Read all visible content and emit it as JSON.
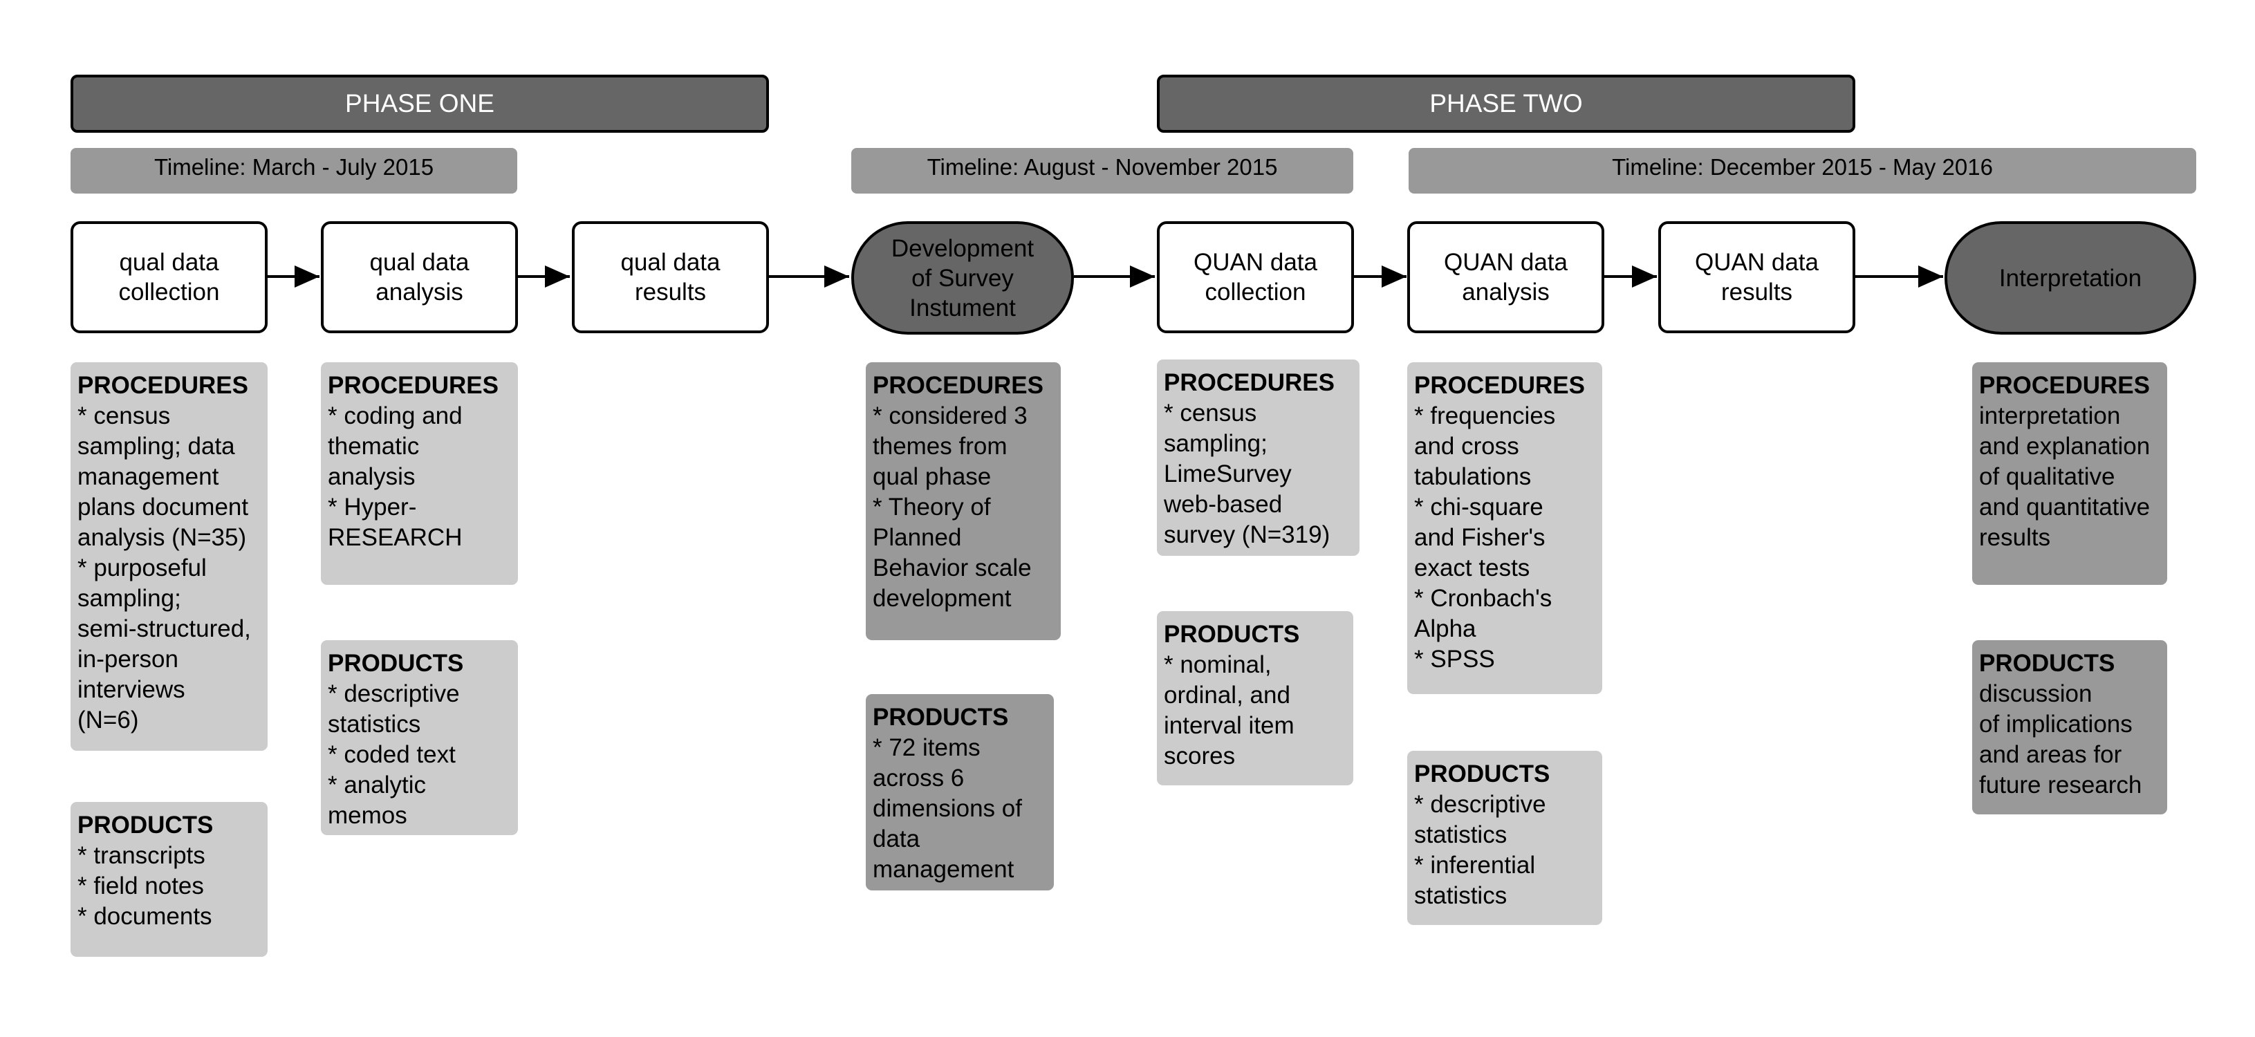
{
  "phases": [
    {
      "label": "PHASE ONE"
    },
    {
      "label": "PHASE TWO"
    }
  ],
  "timelines": [
    {
      "label": "Timeline: March - July 2015"
    },
    {
      "label": "Timeline: August - November 2015"
    },
    {
      "label": "Timeline: December 2015 - May 2016"
    }
  ],
  "steps": [
    {
      "lines": [
        "qual data",
        "collection"
      ]
    },
    {
      "lines": [
        "qual data",
        "analysis"
      ]
    },
    {
      "lines": [
        "qual data",
        "results"
      ]
    },
    {
      "lines": [
        "Development",
        "of Survey",
        "Instument"
      ]
    },
    {
      "lines": [
        "QUAN data",
        "collection"
      ]
    },
    {
      "lines": [
        "QUAN data",
        "analysis"
      ]
    },
    {
      "lines": [
        "QUAN data",
        "results"
      ]
    },
    {
      "lines": [
        "Interpretation"
      ]
    }
  ],
  "cards": [
    {
      "heading": "PROCEDURES",
      "lines": [
        "* census",
        "sampling; data",
        "management",
        "plans document",
        "analysis (N=35)",
        "* purposeful",
        "sampling;",
        "semi-structured,",
        "in-person",
        "interviews",
        "(N=6)"
      ]
    },
    {
      "heading": "PRODUCTS",
      "lines": [
        "* transcripts",
        "* field notes",
        "* documents"
      ]
    },
    {
      "heading": "PROCEDURES",
      "lines": [
        "* coding and",
        "thematic",
        "analysis",
        "* Hyper-",
        "RESEARCH"
      ]
    },
    {
      "heading": "PRODUCTS",
      "lines": [
        "* descriptive",
        "statistics",
        "* coded text",
        "* analytic",
        "memos"
      ]
    },
    {
      "heading": "PROCEDURES",
      "lines": [
        "* considered 3",
        "themes from",
        "qual phase",
        "* Theory of",
        "Planned",
        "Behavior scale",
        "development"
      ]
    },
    {
      "heading": "PRODUCTS",
      "lines": [
        "* 72 items",
        "across 6",
        "dimensions of",
        "data",
        "management"
      ]
    },
    {
      "heading": "PROCEDURES",
      "lines": [
        "* census",
        "sampling;",
        "LimeSurvey",
        "web-based",
        "survey (N=319)"
      ]
    },
    {
      "heading": "PRODUCTS",
      "lines": [
        "* nominal,",
        "ordinal, and",
        "interval item",
        "scores"
      ]
    },
    {
      "heading": "PROCEDURES",
      "lines": [
        "* frequencies",
        "and cross",
        "tabulations",
        "* chi-square",
        "and Fisher's",
        "exact tests",
        "* Cronbach's",
        "Alpha",
        "* SPSS"
      ]
    },
    {
      "heading": "PRODUCTS",
      "lines": [
        "* descriptive",
        "statistics",
        "* inferential",
        "statistics"
      ]
    },
    {
      "heading": "PROCEDURES",
      "lines": [
        "interpretation",
        "and explanation",
        "of qualitative",
        "and quantitative",
        "results"
      ]
    },
    {
      "heading": "PRODUCTS",
      "lines": [
        "discussion",
        "of implications",
        "and areas for",
        "future research"
      ]
    }
  ]
}
